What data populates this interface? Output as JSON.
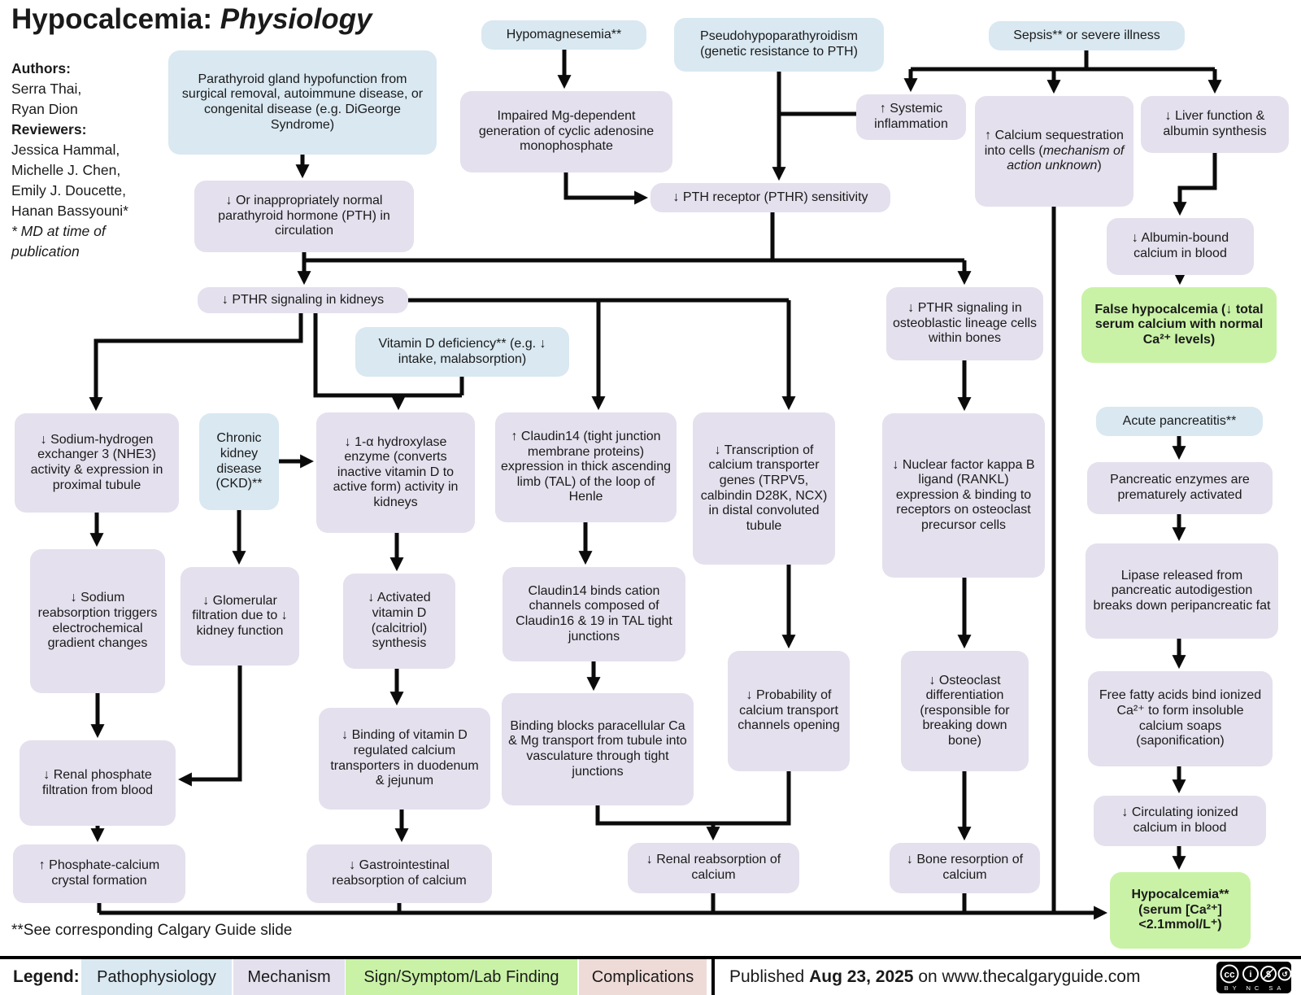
{
  "title": {
    "main": "Hypocalcemia: ",
    "emphasis": "Physiology"
  },
  "credits": {
    "authors_label": "Authors:",
    "authors": [
      "Serra Thai,",
      "Ryan Dion"
    ],
    "reviewers_label": "Reviewers:",
    "reviewers": [
      "Jessica Hammal,",
      "Michelle J. Chen,",
      "Emily J. Doucette,",
      "Hanan Bassyouni*"
    ],
    "md_note": "* MD at time of publication"
  },
  "footnote": "**See corresponding Calgary Guide slide",
  "legend": {
    "label": "Legend:",
    "items": [
      {
        "label": "Pathophysiology",
        "color": "#d9e8f1"
      },
      {
        "label": "Mechanism",
        "color": "#e4e0ed"
      },
      {
        "label": "Sign/Symptom/Lab Finding",
        "color": "#c9f2a6"
      },
      {
        "label": "Complications",
        "color": "#eedbd8"
      }
    ]
  },
  "footer": {
    "published_prefix": "Published ",
    "published_date": "Aug 23, 2025",
    "published_suffix": " on www.thecalgaryguide.com",
    "cc_badge": "BY NC SA"
  },
  "nodes": {
    "parathyroid": {
      "text": "Parathyroid gland hypofunction from surgical removal, autoimmune disease, or congenital disease (e.g. DiGeorge Syndrome)"
    },
    "hypomagnesemia": {
      "text": "Hypomagnesemia**"
    },
    "impaired_mg": {
      "text": "Impaired Mg-dependent generation of cyclic adenosine monophosphate"
    },
    "pseudohypo": {
      "text": "Pseudohypoparathyroidism (genetic resistance to PTH)"
    },
    "sepsis": {
      "text": "Sepsis** or severe illness"
    },
    "systemic": {
      "text": "↑ Systemic inflammation"
    },
    "calcium_seq": {
      "pre": "↑ Calcium sequestration into cells (",
      "italic": "mechanism of action unknown",
      "post": ")"
    },
    "liver": {
      "text": "↓ Liver function & albumin synthesis"
    },
    "pth_circulation": {
      "text": "↓ Or inappropriately normal parathyroid hormone (PTH) in circulation"
    },
    "pthr_sensitivity": {
      "text": "↓ PTH receptor (PTHR) sensitivity"
    },
    "albumin_bound": {
      "text": "↓ Albumin-bound calcium in blood"
    },
    "pthr_kidneys": {
      "text": "↓ PTHR signaling in kidneys"
    },
    "osteoblastic": {
      "text": "↓ PTHR signaling in osteoblastic lineage cells within bones"
    },
    "false_hypo": {
      "text": "False hypocalcemia (↓ total serum calcium with normal Ca²⁺ levels)"
    },
    "vitamin_d": {
      "text": "Vitamin D deficiency** (e.g. ↓ intake, malabsorption)"
    },
    "acute_panc": {
      "text": "Acute pancreatitis**"
    },
    "nhe3": {
      "text": "↓ Sodium-hydrogen exchanger 3 (NHE3) activity & expression in proximal tubule"
    },
    "ckd": {
      "text": "Chronic kidney disease (CKD)**"
    },
    "hydroxylase": {
      "text": "↓ 1-α hydroxylase enzyme (converts inactive vitamin D to active form) activity in kidneys"
    },
    "claudin14": {
      "text": "↑ Claudin14 (tight junction membrane proteins) expression in thick ascending limb (TAL) of the loop of Henle"
    },
    "transcription": {
      "text": "↓ Transcription of calcium transporter genes (TRPV5, calbindin D28K, NCX) in distal convoluted tubule"
    },
    "rankl": {
      "text": "↓ Nuclear factor kappa B ligand (RANKL) expression & binding to receptors on osteoclast precursor cells"
    },
    "pancreatic_enzymes": {
      "text": "Pancreatic enzymes are prematurely activated"
    },
    "sodium_reab": {
      "text": "↓ Sodium reabsorption triggers electrochemical gradient changes"
    },
    "glomerular": {
      "text": "↓ Glomerular filtration due to ↓ kidney function"
    },
    "activated_vitd": {
      "text": "↓ Activated vitamin D (calcitriol) synthesis"
    },
    "claudin_binds": {
      "text": "Claudin14 binds cation channels composed of Claudin16 & 19 in TAL tight junctions"
    },
    "lipase": {
      "text": "Lipase released from pancreatic autodigestion breaks down peripancreatic fat"
    },
    "probability": {
      "text": "↓ Probability of calcium transport channels opening"
    },
    "osteoclast": {
      "text": "↓ Osteoclast differentiation (responsible for breaking down bone)"
    },
    "free_fatty": {
      "text": "Free fatty acids bind ionized Ca²⁺ to form insoluble calcium soaps (saponification)"
    },
    "binding_vitd": {
      "text": "↓ Binding of vitamin D regulated calcium transporters in duodenum & jejunum"
    },
    "binding_blocks": {
      "text": "Binding blocks paracellular Ca & Mg transport from tubule into vasculature through tight junctions"
    },
    "renal_phosphate": {
      "text": "↓ Renal phosphate filtration from blood"
    },
    "circulating": {
      "text": "↓ Circulating ionized calcium in blood"
    },
    "phosphate_calcium": {
      "text": "↑ Phosphate-calcium crystal formation"
    },
    "gi_reab": {
      "text": "↓ Gastrointestinal reabsorption of calcium"
    },
    "renal_reab": {
      "text": "↓ Renal reabsorption of calcium"
    },
    "bone_resorp": {
      "text": "↓ Bone resorption of calcium"
    },
    "hypo_final": {
      "text": "Hypocalcemia** (serum [Ca²⁺] <2.1mmol/L⁺)"
    }
  }
}
